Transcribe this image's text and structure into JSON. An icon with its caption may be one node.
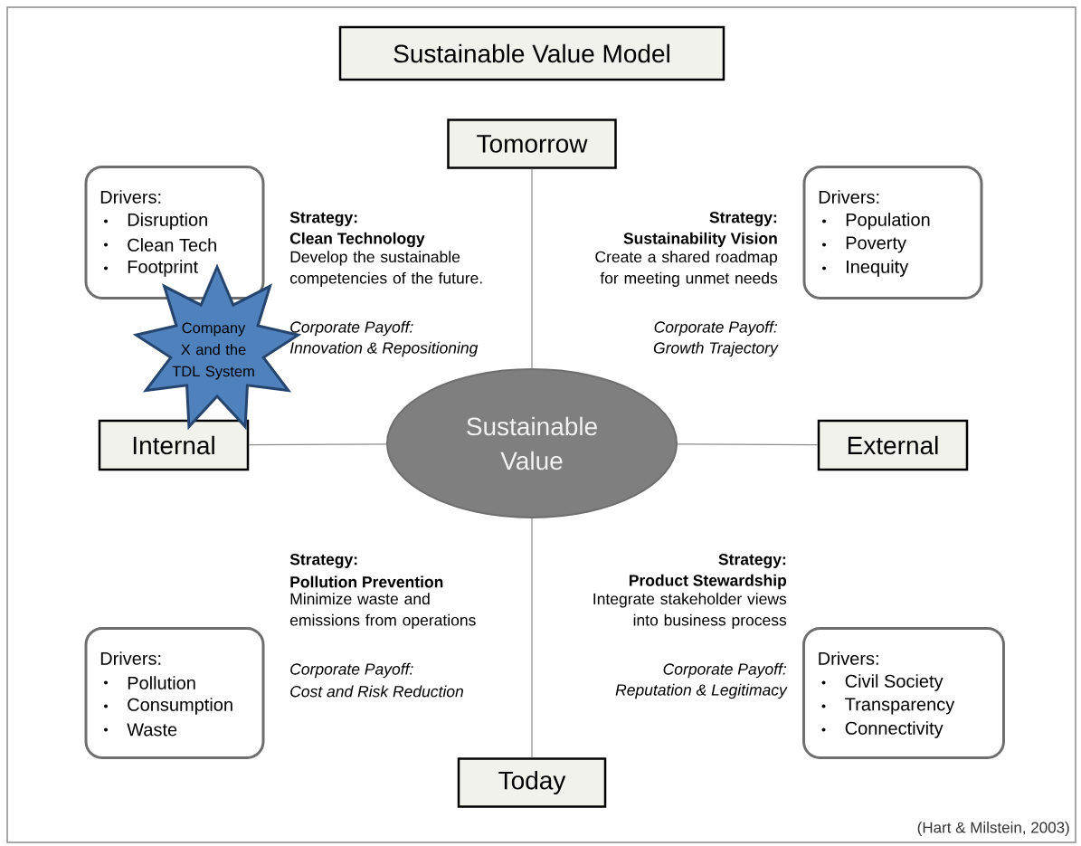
{
  "diagram": {
    "title": "Sustainable Value Model",
    "caption": "(Hart & Milstein, 2003)",
    "nodes": [
      {
        "text": [
          "Tomorrow"
        ]
      },
      {
        "text": [
          "Internal"
        ]
      },
      {
        "text": [
          "Sustainable Value"
        ]
      },
      {
        "text": [
          "External"
        ]
      },
      {
        "text": [
          "Today"
        ]
      },
      {
        "text": [
          "Drivers:",
          "Disruption",
          "Clean Tech",
          "Footprint"
        ]
      },
      {
        "text": [
          "Drivers:",
          "Population",
          "Poverty",
          "Inequity"
        ]
      },
      {
        "text": [
          "Drivers:",
          "Pollution",
          "Consumption",
          "Waste"
        ]
      },
      {
        "text": [
          "Drivers:",
          "Civil Society",
          "Transparency",
          "Connectivity"
        ]
      },
      {
        "text": [
          "Company X and the TDL System"
        ]
      }
    ],
    "edges": [
      {
        "from": 0,
        "to": 2,
        "arrow": "none"
      },
      {
        "from": 1,
        "to": 2,
        "arrow": "none"
      },
      {
        "from": 3,
        "to": 2,
        "arrow": "none"
      },
      {
        "from": 4,
        "to": 2,
        "arrow": "none"
      }
    ],
    "labels": [
      "Strategy:",
      "Clean Technology",
      "Develop the sustainable competencies of the future.",
      "Corporate Payoff:",
      "Innovation & Repositioning",
      "Strategy:",
      "Sustainability Vision",
      "Create a shared roadmap for meeting unmet needs",
      "Corporate Payoff:",
      "Growth Trajectory",
      "Strategy:",
      "Pollution Prevention",
      "Minimize waste and emissions from operations",
      "Corporate Payoff:",
      "Cost and Risk Reduction",
      "Strategy:",
      "Product Stewardship",
      "Integrate stakeholder views into business process",
      "Corporate Payoff:",
      "Reputation & Legitimacy"
    ]
  }
}
